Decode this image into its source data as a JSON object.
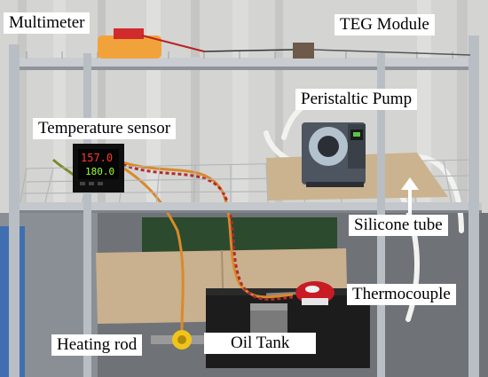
{
  "labels": {
    "multimeter": "Multimeter",
    "teg_module": "TEG Module",
    "peristaltic_pump": "Peristaltic Pump",
    "temperature_sensor": "Temperature sensor",
    "silicone_tube": "Silicone tube",
    "thermocouple": "Thermocouple",
    "heating_rod": "Heating rod",
    "oil_tank": "Oil Tank"
  },
  "controller_display": {
    "process_value": "157.0",
    "set_value": "180.0"
  },
  "colors": {
    "rack_chrome": "#b9bec4",
    "curtain": "#cfcfcf",
    "cardboard": "#c9b08e",
    "oil_tank": "#1c1c1c",
    "pump_body": "#4d5560",
    "pump_head_glass": "#c7d6e0",
    "display_red": "#ff3a2a",
    "display_green": "#9dff3a",
    "multimeter_orange": "#f2a23a",
    "thermocouple_red": "#c81b24",
    "heating_rod_yellow": "#f0c419",
    "twisted_wire": "#d98a2a"
  }
}
